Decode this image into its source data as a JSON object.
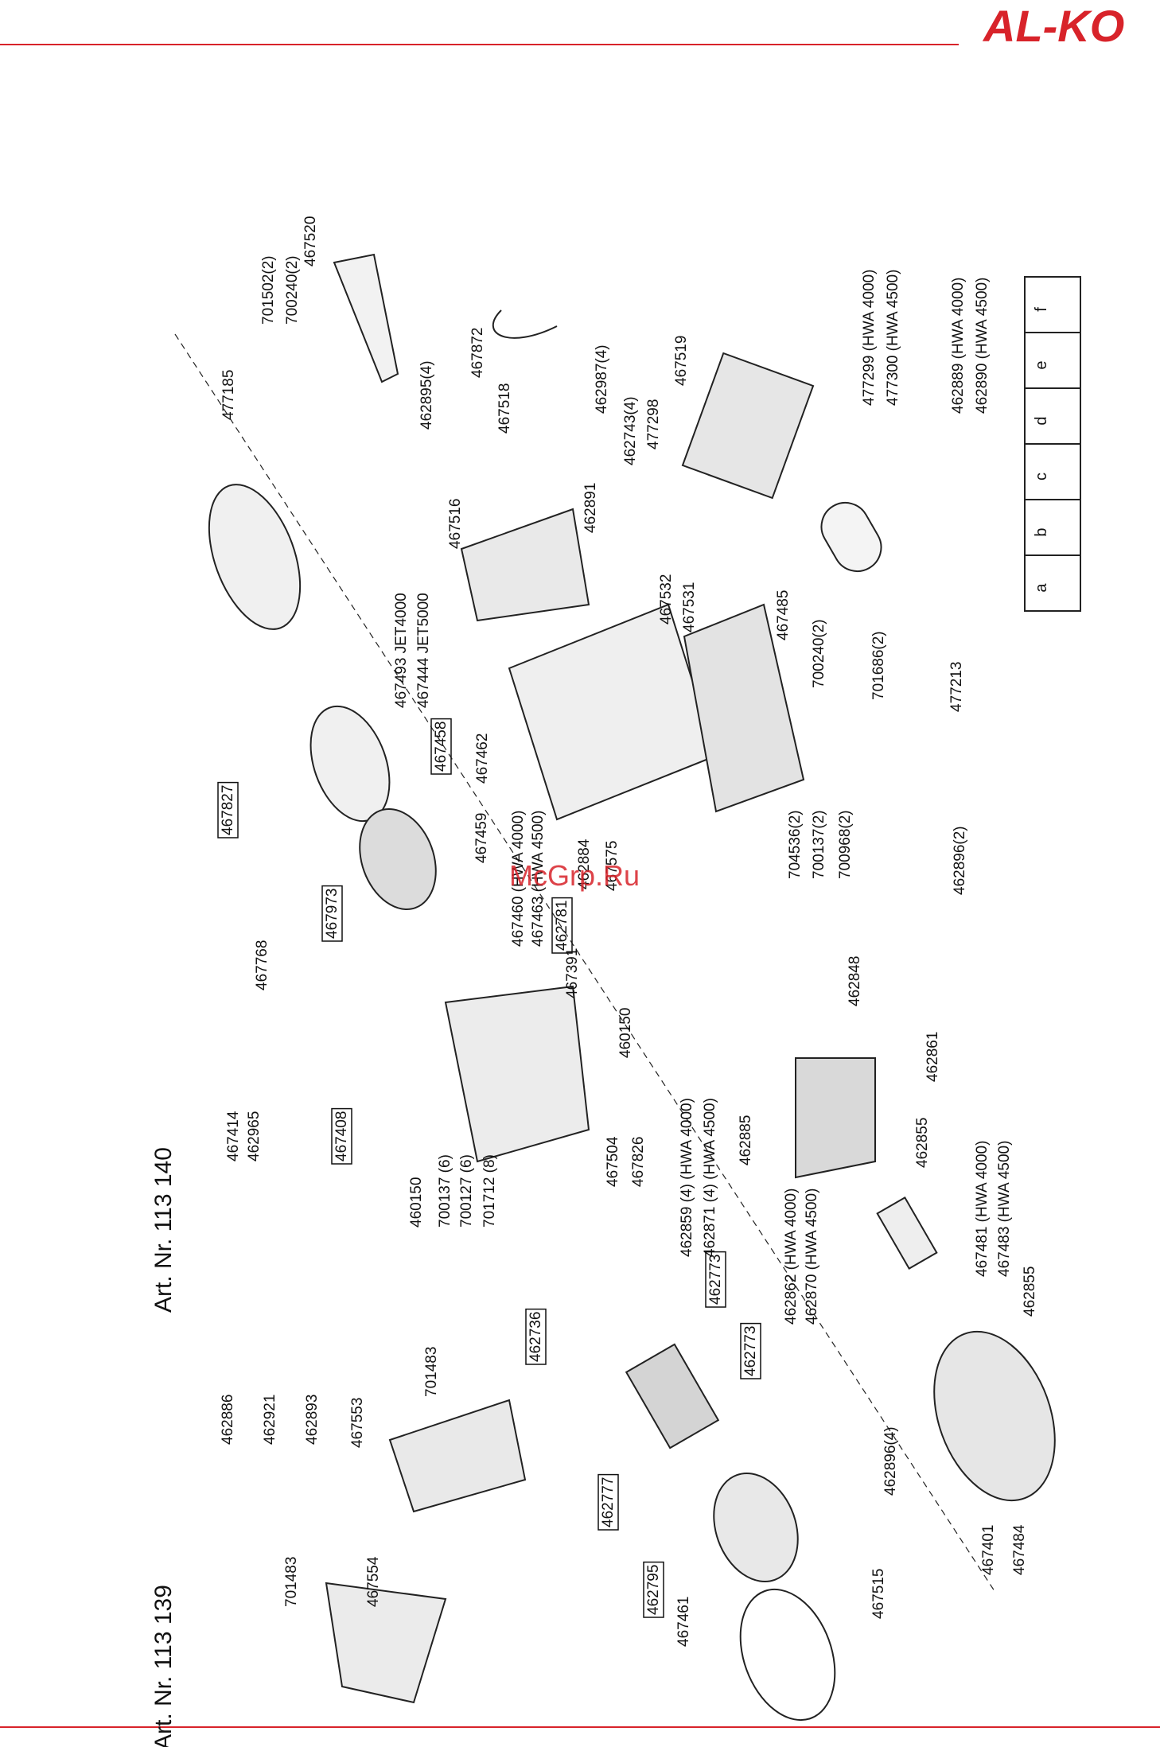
{
  "brand": {
    "logo_text": "AL-KO",
    "color": "#d8232a"
  },
  "watermark": "McGrp.Ru",
  "headers": [
    {
      "id": "art1",
      "text": "Art. Nr. 113 139"
    },
    {
      "id": "art2",
      "text": "Art. Nr. 113 140"
    }
  ],
  "legend": {
    "letters": [
      "a",
      "b",
      "c",
      "d",
      "e",
      "f"
    ]
  },
  "part_labels": [
    {
      "text": "701502(2)",
      "boxed": false
    },
    {
      "text": "700240(2)",
      "boxed": false
    },
    {
      "text": "467520",
      "boxed": false
    },
    {
      "text": "477185",
      "boxed": false
    },
    {
      "text": "462895(4)",
      "boxed": false
    },
    {
      "text": "467872",
      "boxed": false
    },
    {
      "text": "467518",
      "boxed": false
    },
    {
      "text": "462987(4)",
      "boxed": false
    },
    {
      "text": "467519",
      "boxed": false
    },
    {
      "text": "477299 (HWA 4000)",
      "boxed": false
    },
    {
      "text": "477300 (HWA 4500)",
      "boxed": false
    },
    {
      "text": "462889 (HWA 4000)",
      "boxed": false
    },
    {
      "text": "462890 (HWA 4500)",
      "boxed": false
    },
    {
      "text": "477298",
      "boxed": false
    },
    {
      "text": "462743(4)",
      "boxed": false
    },
    {
      "text": "462891",
      "boxed": false
    },
    {
      "text": "467516",
      "boxed": false
    },
    {
      "text": "467532",
      "boxed": false
    },
    {
      "text": "467531",
      "boxed": false
    },
    {
      "text": "467493 JET4000",
      "boxed": false
    },
    {
      "text": "467444 JET5000",
      "boxed": false
    },
    {
      "text": "467458",
      "boxed": true
    },
    {
      "text": "467462",
      "boxed": false
    },
    {
      "text": "467485",
      "boxed": false
    },
    {
      "text": "700240(2)",
      "boxed": false
    },
    {
      "text": "701686(2)",
      "boxed": false
    },
    {
      "text": "477213",
      "boxed": false
    },
    {
      "text": "467827",
      "boxed": true
    },
    {
      "text": "467459",
      "boxed": false
    },
    {
      "text": "467460 (HWA 4000)",
      "boxed": false
    },
    {
      "text": "467463 (HWA 4500)",
      "boxed": false
    },
    {
      "text": "467973",
      "boxed": true
    },
    {
      "text": "462781",
      "boxed": true
    },
    {
      "text": "462884",
      "boxed": false
    },
    {
      "text": "467575",
      "boxed": false
    },
    {
      "text": "704536(2)",
      "boxed": false
    },
    {
      "text": "700137(2)",
      "boxed": false
    },
    {
      "text": "700968(2)",
      "boxed": false
    },
    {
      "text": "462896(2)",
      "boxed": false
    },
    {
      "text": "467768",
      "boxed": false
    },
    {
      "text": "467391",
      "boxed": false
    },
    {
      "text": "460150",
      "boxed": false
    },
    {
      "text": "462848",
      "boxed": false
    },
    {
      "text": "467414",
      "boxed": false
    },
    {
      "text": "462965",
      "boxed": false
    },
    {
      "text": "467408",
      "boxed": true
    },
    {
      "text": "462859 (4) (HWA 4000)",
      "boxed": false
    },
    {
      "text": "462871 (4) (HWA 4500)",
      "boxed": false
    },
    {
      "text": "462861",
      "boxed": false
    },
    {
      "text": "462885",
      "boxed": false
    },
    {
      "text": "462855",
      "boxed": false
    },
    {
      "text": "467504",
      "boxed": false
    },
    {
      "text": "467826",
      "boxed": false
    },
    {
      "text": "460150",
      "boxed": false
    },
    {
      "text": "700137 (6)",
      "boxed": false
    },
    {
      "text": "700127 (6)",
      "boxed": false
    },
    {
      "text": "701712 (8)",
      "boxed": false
    },
    {
      "text": "467481 (HWA 4000)",
      "boxed": false
    },
    {
      "text": "467483 (HWA 4500)",
      "boxed": false
    },
    {
      "text": "462862 (HWA 4000)",
      "boxed": false
    },
    {
      "text": "462870 (HWA 4500)",
      "boxed": false
    },
    {
      "text": "462855",
      "boxed": false
    },
    {
      "text": "462773",
      "boxed": true
    },
    {
      "text": "462736",
      "boxed": true
    },
    {
      "text": "462773",
      "boxed": true
    },
    {
      "text": "701483",
      "boxed": false
    },
    {
      "text": "462886",
      "boxed": false
    },
    {
      "text": "462921",
      "boxed": false
    },
    {
      "text": "462893",
      "boxed": false
    },
    {
      "text": "467553",
      "boxed": false
    },
    {
      "text": "462896(4)",
      "boxed": false
    },
    {
      "text": "462777",
      "boxed": true
    },
    {
      "text": "467401",
      "boxed": false
    },
    {
      "text": "467484",
      "boxed": false
    },
    {
      "text": "462795",
      "boxed": true
    },
    {
      "text": "467515",
      "boxed": false
    },
    {
      "text": "467461",
      "boxed": false
    },
    {
      "text": "701483",
      "boxed": false
    },
    {
      "text": "467554",
      "boxed": false
    }
  ]
}
